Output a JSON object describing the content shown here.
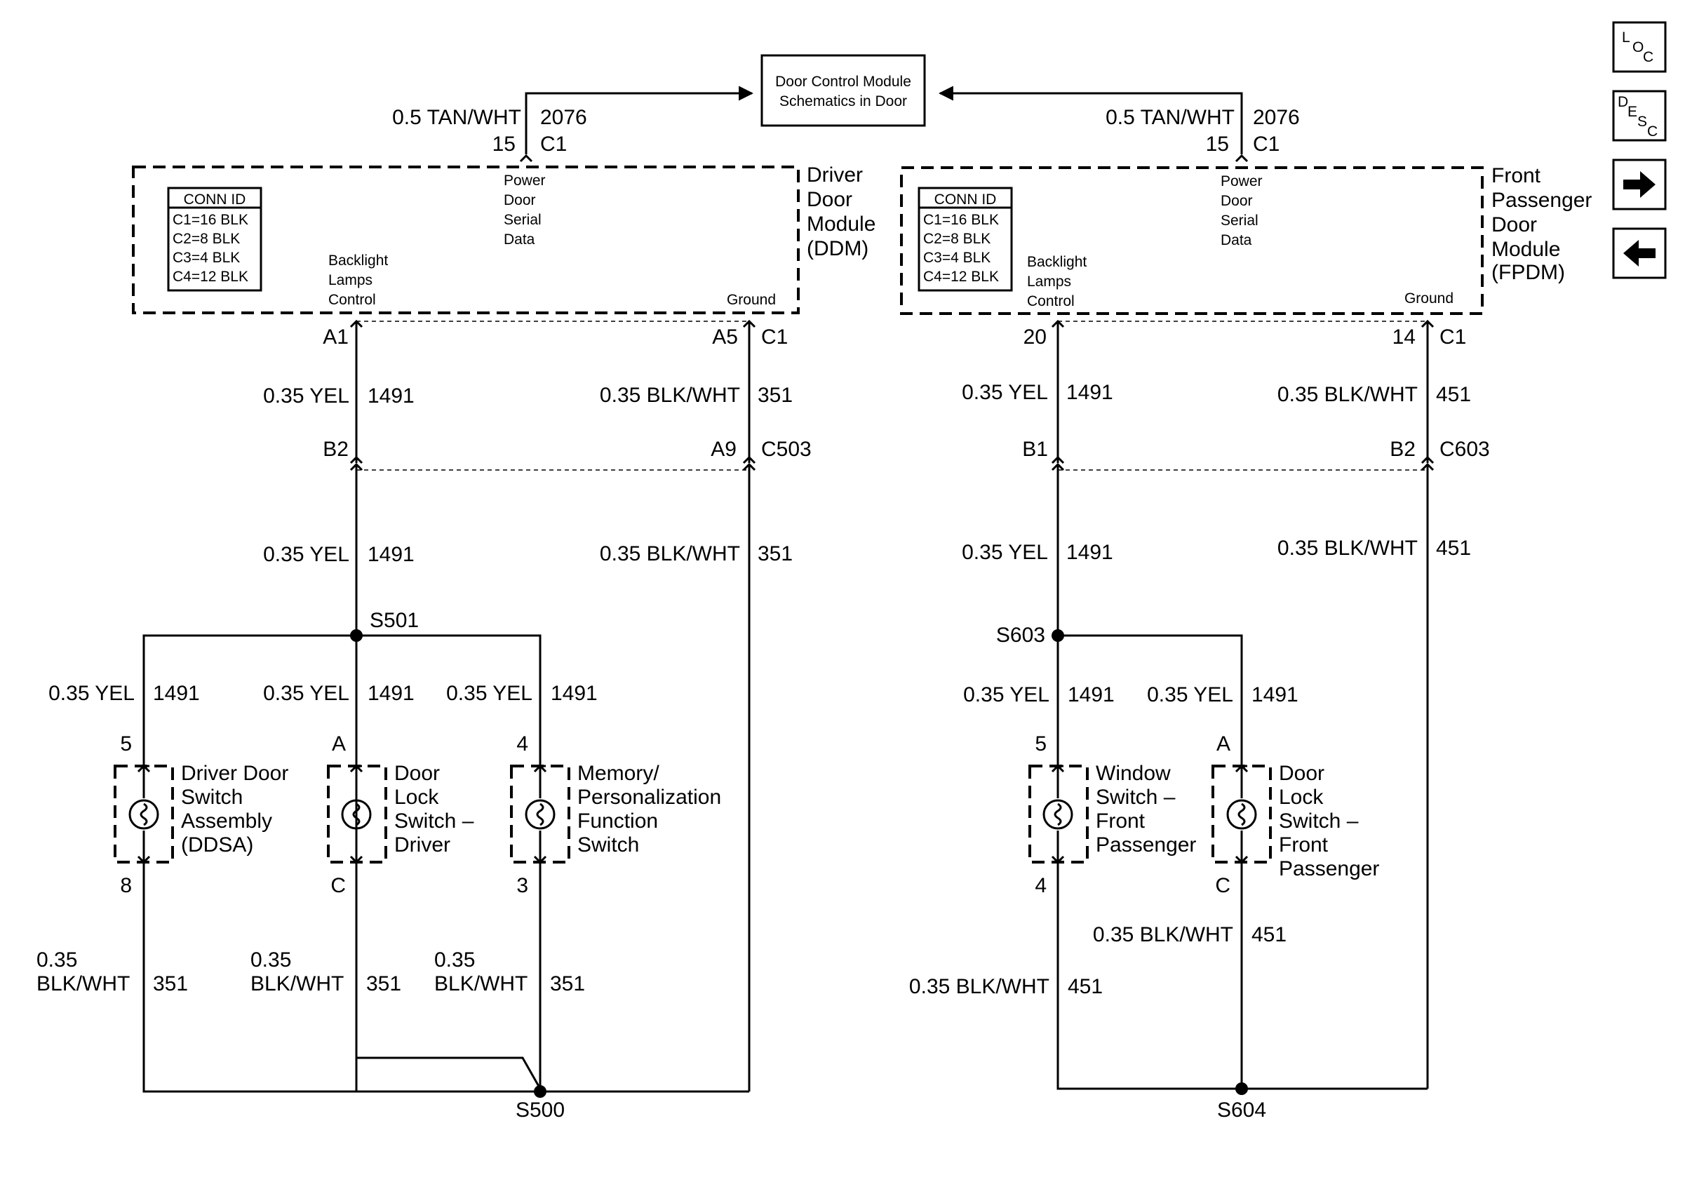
{
  "nav": {
    "loc": {
      "l": "L",
      "o": "O",
      "c": "C"
    },
    "desc": {
      "d": "D",
      "e": "E",
      "s": "S",
      "c": "C"
    },
    "forward_icon": "right-arrow-icon",
    "back_icon": "left-arrow-icon"
  },
  "dcm": {
    "line1": "Door Control Module",
    "line2": "Schematics in Door"
  },
  "ddm": {
    "feed": {
      "wire": "0.5 TAN/WHT",
      "circuit": "2076",
      "pin": "15",
      "conn": "C1"
    },
    "title": [
      "Driver",
      "Door",
      "Module",
      "(DDM)"
    ],
    "conn_id": {
      "header": "CONN ID",
      "rows": [
        "C1=16 BLK",
        "C2=8 BLK",
        "C3=4 BLK",
        "C4=12 BLK"
      ]
    },
    "psd": [
      "Power",
      "Door",
      "Serial",
      "Data"
    ],
    "blc": [
      "Backlight",
      "Lamps",
      "Control"
    ],
    "ground": "Ground",
    "pinA1": "A1",
    "pinA5": "A5",
    "connC1": "C1",
    "w1_yel": "0.35 YEL",
    "w1_yel_num": "1491",
    "w1_blk": "0.35 BLK/WHT",
    "w1_blk_num": "351",
    "pinB2": "B2",
    "pinA9": "A9",
    "connC503": "C503",
    "w2_yel": "0.35 YEL",
    "w2_yel_num": "1491",
    "w2_blk": "0.35 BLK/WHT",
    "w2_blk_num": "351",
    "splice_top": "S501",
    "splice_bottom": "S500",
    "branches": [
      {
        "wire": "0.35 YEL",
        "num": "1491",
        "pin_top": "5",
        "pin_bot": "8",
        "name": [
          "Driver Door",
          "Switch",
          "Assembly",
          "(DDSA)"
        ],
        "gnd1": "0.35",
        "gnd2": "BLK/WHT",
        "gnd_num": "351"
      },
      {
        "wire": "0.35 YEL",
        "num": "1491",
        "pin_top": "A",
        "pin_bot": "C",
        "name": [
          "Door",
          "Lock",
          "Switch –",
          "Driver"
        ],
        "gnd1": "0.35",
        "gnd2": "BLK/WHT",
        "gnd_num": "351"
      },
      {
        "wire": "0.35 YEL",
        "num": "1491",
        "pin_top": "4",
        "pin_bot": "3",
        "name": [
          "Memory/",
          "Personalization",
          "Function",
          "Switch"
        ],
        "gnd1": "0.35",
        "gnd2": "BLK/WHT",
        "gnd_num": "351"
      }
    ]
  },
  "fpdm": {
    "feed": {
      "wire": "0.5 TAN/WHT",
      "circuit": "2076",
      "pin": "15",
      "conn": "C1"
    },
    "title": [
      "Front",
      "Passenger",
      "Door",
      "Module",
      "(FPDM)"
    ],
    "conn_id": {
      "header": "CONN ID",
      "rows": [
        "C1=16 BLK",
        "C2=8 BLK",
        "C3=4 BLK",
        "C4=12 BLK"
      ]
    },
    "psd": [
      "Power",
      "Door",
      "Serial",
      "Data"
    ],
    "blc": [
      "Backlight",
      "Lamps",
      "Control"
    ],
    "ground": "Ground",
    "pin20": "20",
    "pin14": "14",
    "connC1": "C1",
    "w1_yel": "0.35 YEL",
    "w1_yel_num": "1491",
    "w1_blk": "0.35 BLK/WHT",
    "w1_blk_num": "451",
    "pinB1": "B1",
    "pinB2": "B2",
    "connC603": "C603",
    "w2_yel": "0.35 YEL",
    "w2_yel_num": "1491",
    "w2_blk": "0.35 BLK/WHT",
    "w2_blk_num": "451",
    "splice_top": "S603",
    "splice_bottom": "S604",
    "branches": [
      {
        "wire": "0.35 YEL",
        "num": "1491",
        "pin_top": "5",
        "pin_bot": "4",
        "name": [
          "Window",
          "Switch –",
          "Front",
          "Passenger"
        ],
        "gnd": "0.35 BLK/WHT",
        "gnd_num": "451"
      },
      {
        "wire": "0.35 YEL",
        "num": "1491",
        "pin_top": "A",
        "pin_bot": "C",
        "name": [
          "Door",
          "Lock",
          "Switch –",
          "Front",
          "Passenger"
        ],
        "gnd": "0.35 BLK/WHT",
        "gnd_num": "451"
      }
    ]
  }
}
